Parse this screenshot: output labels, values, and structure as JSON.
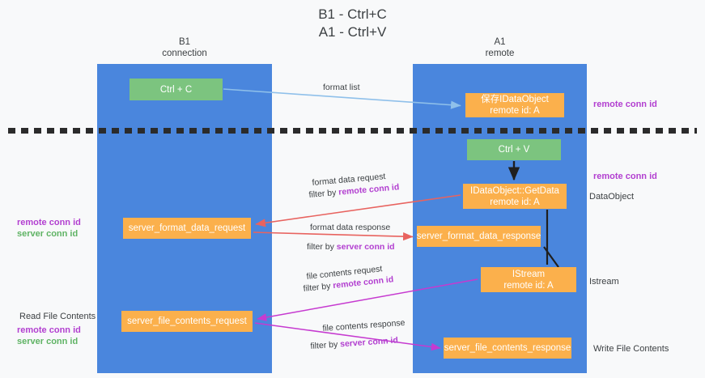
{
  "title": {
    "line1": "B1 - Ctrl+C",
    "line2": "A1 - Ctrl+V"
  },
  "colors": {
    "lane": "#4a86dd",
    "node_green": "#7cc47f",
    "node_orange": "#fbb04c",
    "remote_conn_id": "#b23fd0",
    "server_conn_id": "#5fb364",
    "arrow_blue": "#8fc0ea",
    "arrow_red": "#e8635f",
    "arrow_magenta": "#c63ad0",
    "arrow_black": "#1f1f1f",
    "background": "#f8f9fa",
    "divider": "#2b2b2b"
  },
  "lanes": [
    {
      "name": "b1",
      "title": "B1",
      "subtitle": "connection"
    },
    {
      "name": "a1",
      "title": "A1",
      "subtitle": "remote"
    }
  ],
  "nodes": {
    "ctrl_c": {
      "label": "Ctrl + C",
      "kind": "green"
    },
    "save_idataobject": {
      "line1": "保存IDataObject",
      "line2": "remote id: A",
      "kind": "orange"
    },
    "ctrl_v": {
      "label": "Ctrl + V",
      "kind": "green"
    },
    "getdata": {
      "line1": "IDataObject::GetData",
      "line2": "remote id: A",
      "kind": "orange"
    },
    "format_data_request": {
      "label": "server_format_data_request",
      "kind": "orange"
    },
    "format_data_response": {
      "label": "server_format_data_response",
      "kind": "orange"
    },
    "istream": {
      "line1": "IStream",
      "line2": "remote id: A",
      "kind": "orange"
    },
    "file_contents_request": {
      "label": "server_file_contents_request",
      "kind": "orange"
    },
    "file_contents_response": {
      "label": "server_file_contents_response",
      "kind": "orange"
    }
  },
  "flows": {
    "format_list": "format list",
    "format_data_request": "format data request",
    "format_data_request_filter_prefix": "filter by ",
    "format_data_request_filter_id": "remote conn id",
    "format_data_response": "format data response",
    "format_data_response_filter_prefix": "filter by ",
    "format_data_response_filter_id": "server conn id",
    "file_contents_request": "file contents request",
    "file_contents_request_filter_prefix": "filter by ",
    "file_contents_request_filter_id": "remote conn id",
    "file_contents_response": "file contents response",
    "file_contents_response_filter_prefix": "filter by ",
    "file_contents_response_filter_id": "server conn id"
  },
  "annotations": {
    "remote_conn_id_top": "remote conn id",
    "remote_conn_id_mid": "remote conn id",
    "dataobject": "DataObject",
    "istream": "Istream",
    "write_file_contents": "Write File Contents",
    "read_file_contents": "Read File Contents",
    "left_ids_mid": {
      "remote": "remote conn id",
      "server": "server conn id"
    },
    "left_ids_bottom": {
      "remote": "remote conn id",
      "server": "server conn id"
    }
  }
}
